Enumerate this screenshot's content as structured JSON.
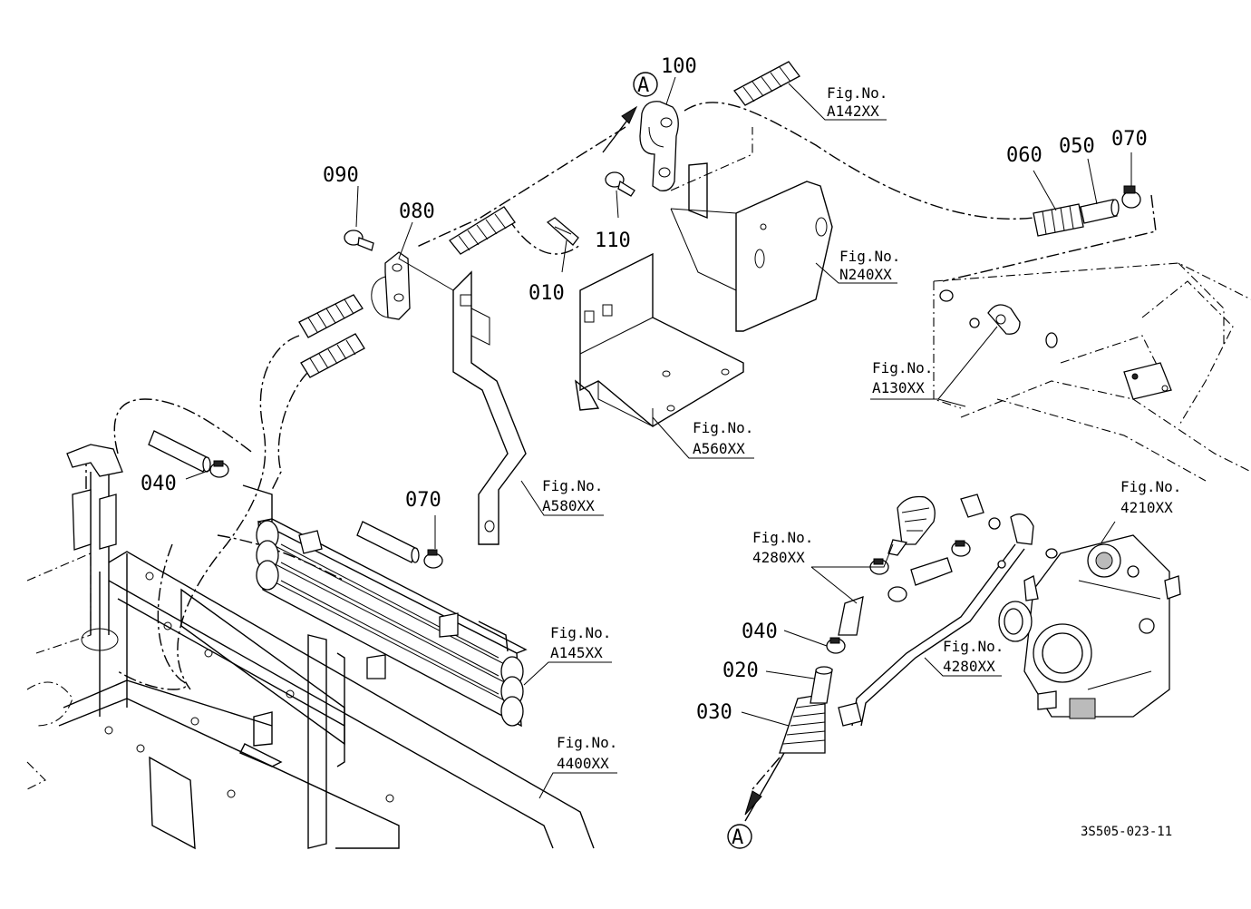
{
  "diagram": {
    "callouts": [
      {
        "id": "c100",
        "text": "100"
      },
      {
        "id": "c090",
        "text": "090"
      },
      {
        "id": "c080",
        "text": "080"
      },
      {
        "id": "c110",
        "text": "110"
      },
      {
        "id": "c010",
        "text": "010"
      },
      {
        "id": "c060",
        "text": "060"
      },
      {
        "id": "c050",
        "text": "050"
      },
      {
        "id": "c070a",
        "text": "070"
      },
      {
        "id": "c040a",
        "text": "040"
      },
      {
        "id": "c070b",
        "text": "070"
      },
      {
        "id": "c040b",
        "text": "040"
      },
      {
        "id": "c020",
        "text": "020"
      },
      {
        "id": "c030",
        "text": "030"
      }
    ],
    "fig_refs": [
      {
        "id": "A142XX",
        "label": "Fig.No.",
        "code": "A142XX"
      },
      {
        "id": "N240XX",
        "label": "Fig.No.",
        "code": "N240XX"
      },
      {
        "id": "A130XX",
        "label": "Fig.No.",
        "code": "A130XX"
      },
      {
        "id": "A560XX",
        "label": "Fig.No.",
        "code": "A560XX"
      },
      {
        "id": "A580XX",
        "label": "Fig.No.",
        "code": "A580XX"
      },
      {
        "id": "4210XX",
        "label": "Fig.No.",
        "code": "4210XX"
      },
      {
        "id": "4280XXa",
        "label": "Fig.No.",
        "code": "4280XX"
      },
      {
        "id": "4280XXb",
        "label": "Fig.No.",
        "code": "4280XX"
      },
      {
        "id": "A145XX",
        "label": "Fig.No.",
        "code": "A145XX"
      },
      {
        "id": "4400XX",
        "label": "Fig.No.",
        "code": "4400XX"
      }
    ],
    "connectors": [
      {
        "id": "conn-top",
        "text": "A"
      },
      {
        "id": "conn-bottom",
        "text": "A"
      }
    ],
    "document_id": "3S505-023-11"
  }
}
